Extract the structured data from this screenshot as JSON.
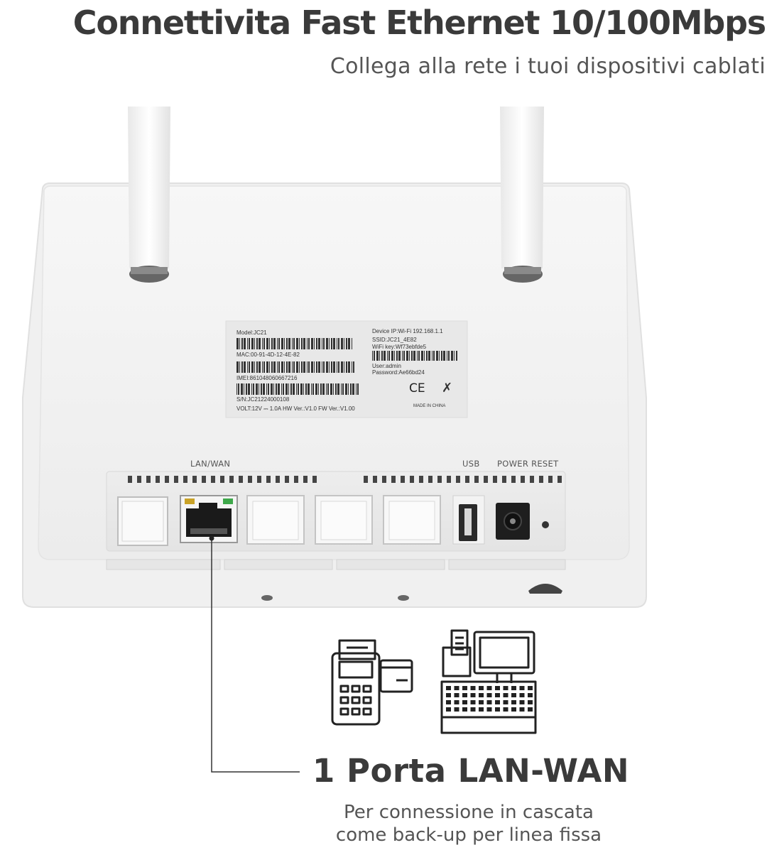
{
  "header": {
    "title": "Connettivita Fast Ethernet 10/100Mbps",
    "subtitle": "Collega alla rete i tuoi dispositivi cablati"
  },
  "router": {
    "port_labels": {
      "lan_wan": "LAN/WAN",
      "usb": "USB",
      "power_reset": "POWER RESET"
    },
    "sticker": {
      "model": "Model:JC21",
      "mac": "MAC:00-91-4D-12-4E-82",
      "imei": "IMEI:861048060667216",
      "sn": "S/N:JC21224000108",
      "volt": "VOLT:12V ⎓ 1.0A  HW Ver.:V1.0 FW Ver.:V1.00",
      "device_ip": "Device IP:Wi-Fi 192.168.1.1",
      "ssid": "SSID:JC21_4E82",
      "wifi_key": "WiFi key:Wf73ebfde5",
      "user": "User:admin",
      "password": "Password:Ae66bd24",
      "ce": "CE",
      "made_in": "MADE IN CHINA"
    }
  },
  "feature": {
    "title": "1 Porta LAN-WAN",
    "desc_line1": "Per connessione in cascata",
    "desc_line2": "come back-up per linea fissa"
  },
  "icons": [
    "pos-terminal-icon",
    "cash-register-icon"
  ],
  "colors": {
    "text_dark": "#3a3a3a",
    "text_gray": "#555555",
    "router_body": "#f3f3f3",
    "port_black": "#1a1a1a",
    "led_green": "#3ea84a",
    "led_yellow": "#c9a227"
  }
}
